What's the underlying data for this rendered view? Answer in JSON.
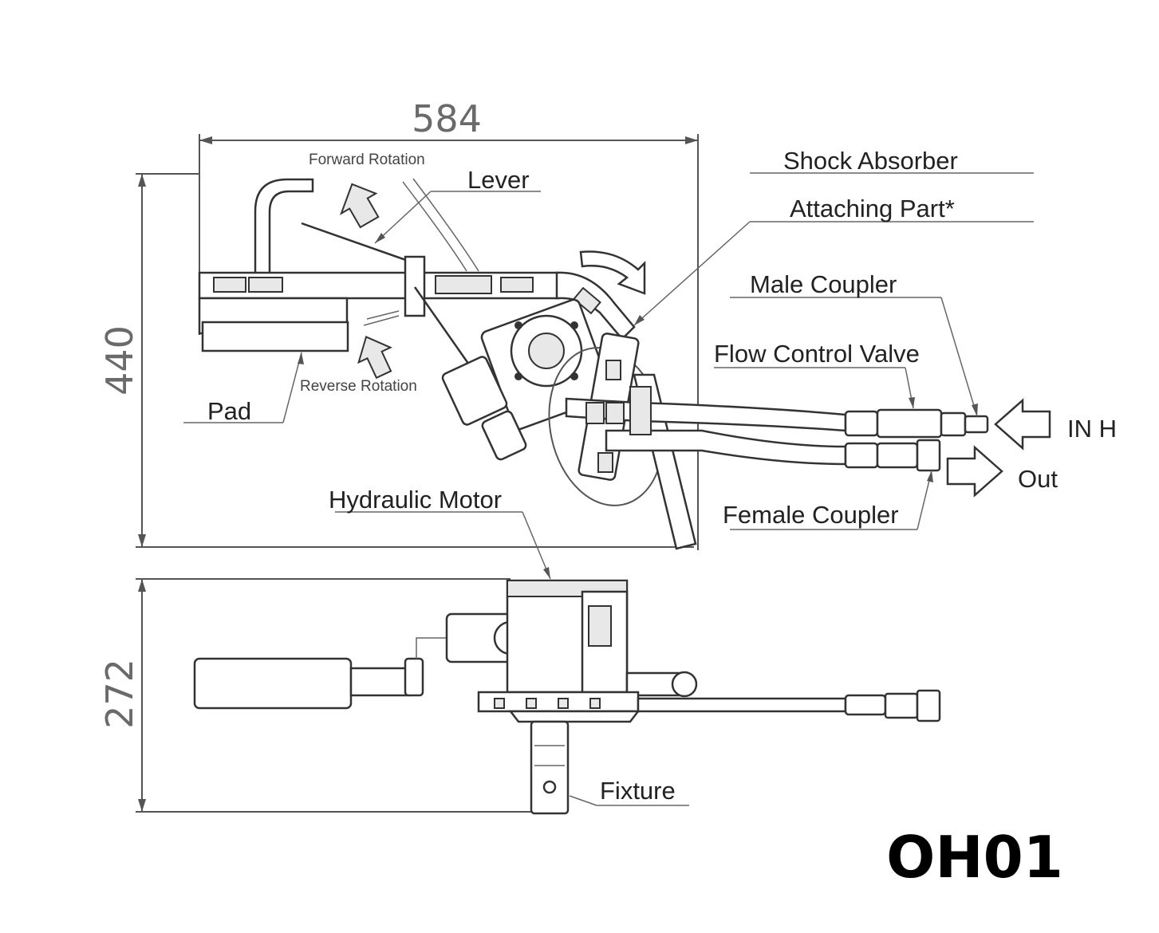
{
  "dimensions": {
    "width": "584",
    "height_top": "440",
    "height_bottom": "272"
  },
  "labels": {
    "forward_rotation": "Forward Rotation",
    "reverse_rotation": "Reverse Rotation",
    "lever": "Lever",
    "pad": "Pad",
    "shock_absorber": "Shock Absorber",
    "attaching_part": "Attaching Part*",
    "male_coupler": "Male Coupler",
    "flow_control_valve": "Flow Control Valve",
    "in_h": "IN H",
    "out": "Out",
    "female_coupler": "Female Coupler",
    "hydraulic_motor": "Hydraulic Motor",
    "fixture": "Fixture"
  },
  "model_code": "OH01",
  "colors": {
    "line": "#555555",
    "text": "#222222",
    "code": "#000000"
  }
}
